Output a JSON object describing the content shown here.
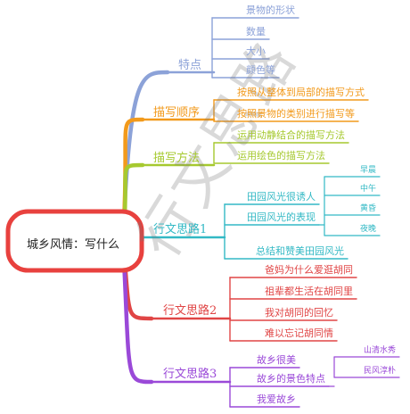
{
  "root": {
    "label": "城乡风情：写什么"
  },
  "watermark": "行文思路",
  "colors": {
    "root_border": "#e8413e",
    "features": "#8ca2d8",
    "order": "#f29a1c",
    "method": "#a6c92f",
    "idea1": "#33b9c5",
    "idea2": "#e04545",
    "idea3": "#9a49d8"
  },
  "branches": [
    {
      "label": "特点",
      "color_key": "features",
      "children": [
        {
          "label": "景物的形状"
        },
        {
          "label": "数量"
        },
        {
          "label": "大小"
        },
        {
          "label": "颜色等"
        }
      ]
    },
    {
      "label": "描写顺序",
      "color_key": "order",
      "children": [
        {
          "label": "按照从整体到局部的描写方式"
        },
        {
          "label": "按照景物的类别进行描写等"
        }
      ]
    },
    {
      "label": "描写方法",
      "color_key": "method",
      "children": [
        {
          "label": "运用动静结合的描写方法"
        },
        {
          "label": "运用绘色的描写方法"
        }
      ]
    },
    {
      "label": "行文思路1",
      "color_key": "idea1",
      "children": [
        {
          "label": "田园风光很诱人"
        },
        {
          "label": "田园风光的表现",
          "children": [
            {
              "label": "早晨"
            },
            {
              "label": "中午"
            },
            {
              "label": "黄昏"
            },
            {
              "label": "夜晚"
            }
          ]
        },
        {
          "label": "总结和赞美田园风光"
        }
      ]
    },
    {
      "label": "行文思路2",
      "color_key": "idea2",
      "children": [
        {
          "label": "爸妈为什么爱逛胡同"
        },
        {
          "label": "祖辈都生活在胡同里"
        },
        {
          "label": "我对胡同的回忆"
        },
        {
          "label": "难以忘记胡同情"
        }
      ]
    },
    {
      "label": "行文思路3",
      "color_key": "idea3",
      "children": [
        {
          "label": "故乡很美"
        },
        {
          "label": "故乡的景色特点",
          "children": [
            {
              "label": "山清水秀"
            },
            {
              "label": "民风淳朴"
            }
          ]
        },
        {
          "label": "我爱故乡"
        }
      ]
    }
  ]
}
